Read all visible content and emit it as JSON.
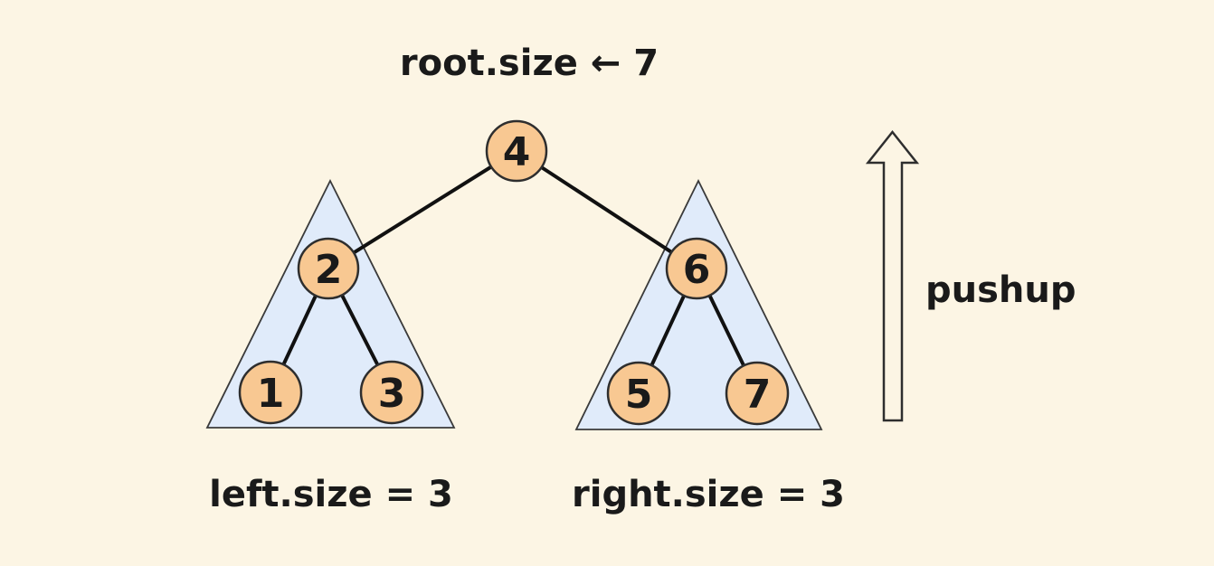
{
  "diagram": {
    "title": "root.size ← 7",
    "pushup_label": "pushup",
    "root_node": "4",
    "left_subtree": {
      "root": "2",
      "left_child": "1",
      "right_child": "3",
      "caption": "left.size = 3"
    },
    "right_subtree": {
      "root": "6",
      "left_child": "5",
      "right_child": "7",
      "caption": "right.size = 3"
    }
  },
  "colors": {
    "background": "#FCF5E4",
    "node_fill": "#F8C892",
    "node_stroke": "#2E2E2E",
    "triangle_fill": "#E0EBFA",
    "triangle_stroke": "#3A3A3A",
    "edge": "#111111",
    "text": "#1A1A1A"
  }
}
